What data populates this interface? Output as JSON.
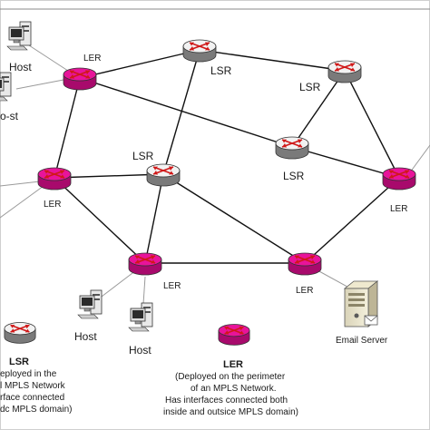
{
  "colors": {
    "ler": "#e8149a",
    "ler_dark": "#a80a6c",
    "lsr": "#f2f2f2",
    "lsr_dark": "#7a7a7a",
    "arrow": "#d01818",
    "link_core": "#111111",
    "link_host": "#9a9a9a"
  },
  "labels": {
    "ler_top": "LER",
    "ler_left": "LER",
    "ler_bottom": "LER",
    "ler_bottomright": "LER",
    "ler_right": "LER",
    "lsr_top": "LSR",
    "lsr_topright": "LSR",
    "lsr_center": "LSR",
    "lsr_right": "LSR",
    "host_top": "Host",
    "host_left": "o-st",
    "host_bottom1": "Host",
    "host_bottom2": "Host",
    "email_server": "Email Server"
  },
  "legend": {
    "lsr": {
      "title": "LSR",
      "lines": [
        "eployed in the",
        "l MPLS Network",
        "rface connected",
        "dc MPLS domain)"
      ]
    },
    "ler": {
      "title": "LER",
      "lines": [
        "(Deployed on the perimeter",
        "of an MPLS Network.",
        "Has interfaces connected both",
        "inside and outsice MPLS domain)"
      ]
    }
  }
}
